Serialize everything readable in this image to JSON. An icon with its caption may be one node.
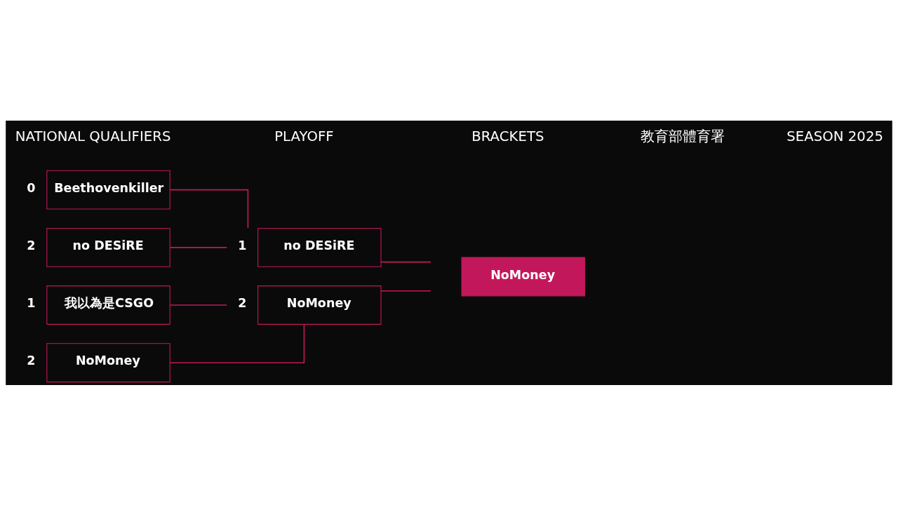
{
  "diagram": {
    "nodes": [
      {
        "text": [
          "Beethovenkiller"
        ],
        "beside": [
          "0"
        ]
      },
      {
        "text": [
          "no DESiRE"
        ],
        "beside": [
          "2"
        ]
      },
      {
        "text": [
          "no DESiRE"
        ],
        "beside": [
          "1"
        ]
      },
      {
        "text": [
          "我以為是CSGO"
        ],
        "beside": [
          "1"
        ]
      },
      {
        "text": [
          "NoMoney"
        ],
        "beside": [
          "2"
        ]
      },
      {
        "text": [
          "NoMoney"
        ],
        "beside": [
          "2"
        ]
      },
      {
        "text": [
          "NoMoney"
        ]
      }
    ],
    "edges": [
      {
        "from": 0,
        "to": 2,
        "arrow": "none"
      },
      {
        "from": 1,
        "to": 2,
        "arrow": "none"
      },
      {
        "from": 3,
        "to": 5,
        "arrow": "none"
      },
      {
        "from": 4,
        "to": 5,
        "arrow": "none"
      },
      {
        "from": 2,
        "to": 6,
        "arrow": "none"
      },
      {
        "from": 5,
        "to": 6,
        "arrow": "none"
      }
    ],
    "labels": [
      "NATIONAL QUALIFIERS",
      "PLAYOFF",
      "BRACKETS",
      "教育部體育署",
      "SEASON 2025"
    ]
  }
}
